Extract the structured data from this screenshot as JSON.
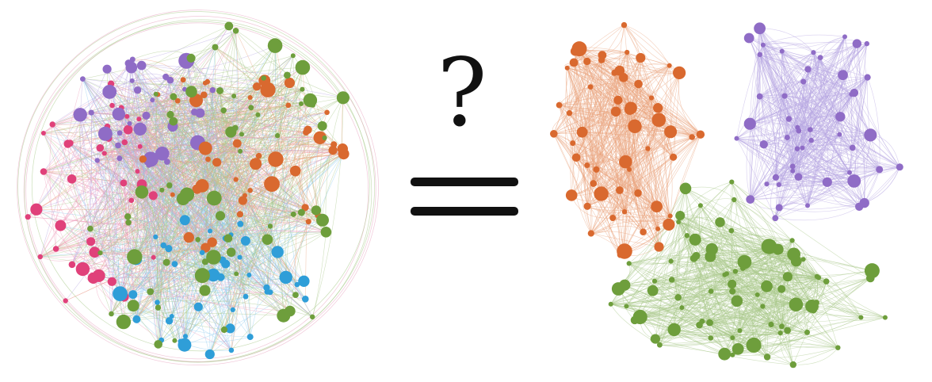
{
  "symbol": "?",
  "colors": {
    "magenta": "#e0417a",
    "purple": "#8f6cc6",
    "orange": "#d9692f",
    "green": "#6e9e3c",
    "blue": "#2f9ed8",
    "edge_purple": "#b7a6e2",
    "edge_orange": "#e9a47e",
    "edge_green": "#a9c98b",
    "equals": "#111111"
  },
  "left_graph": {
    "description_tag": "mixed-network",
    "communities": [
      "magenta",
      "purple",
      "orange",
      "green",
      "blue"
    ]
  },
  "right_graph": {
    "description_tag": "separated-network",
    "communities": [
      "orange",
      "purple",
      "green"
    ]
  }
}
